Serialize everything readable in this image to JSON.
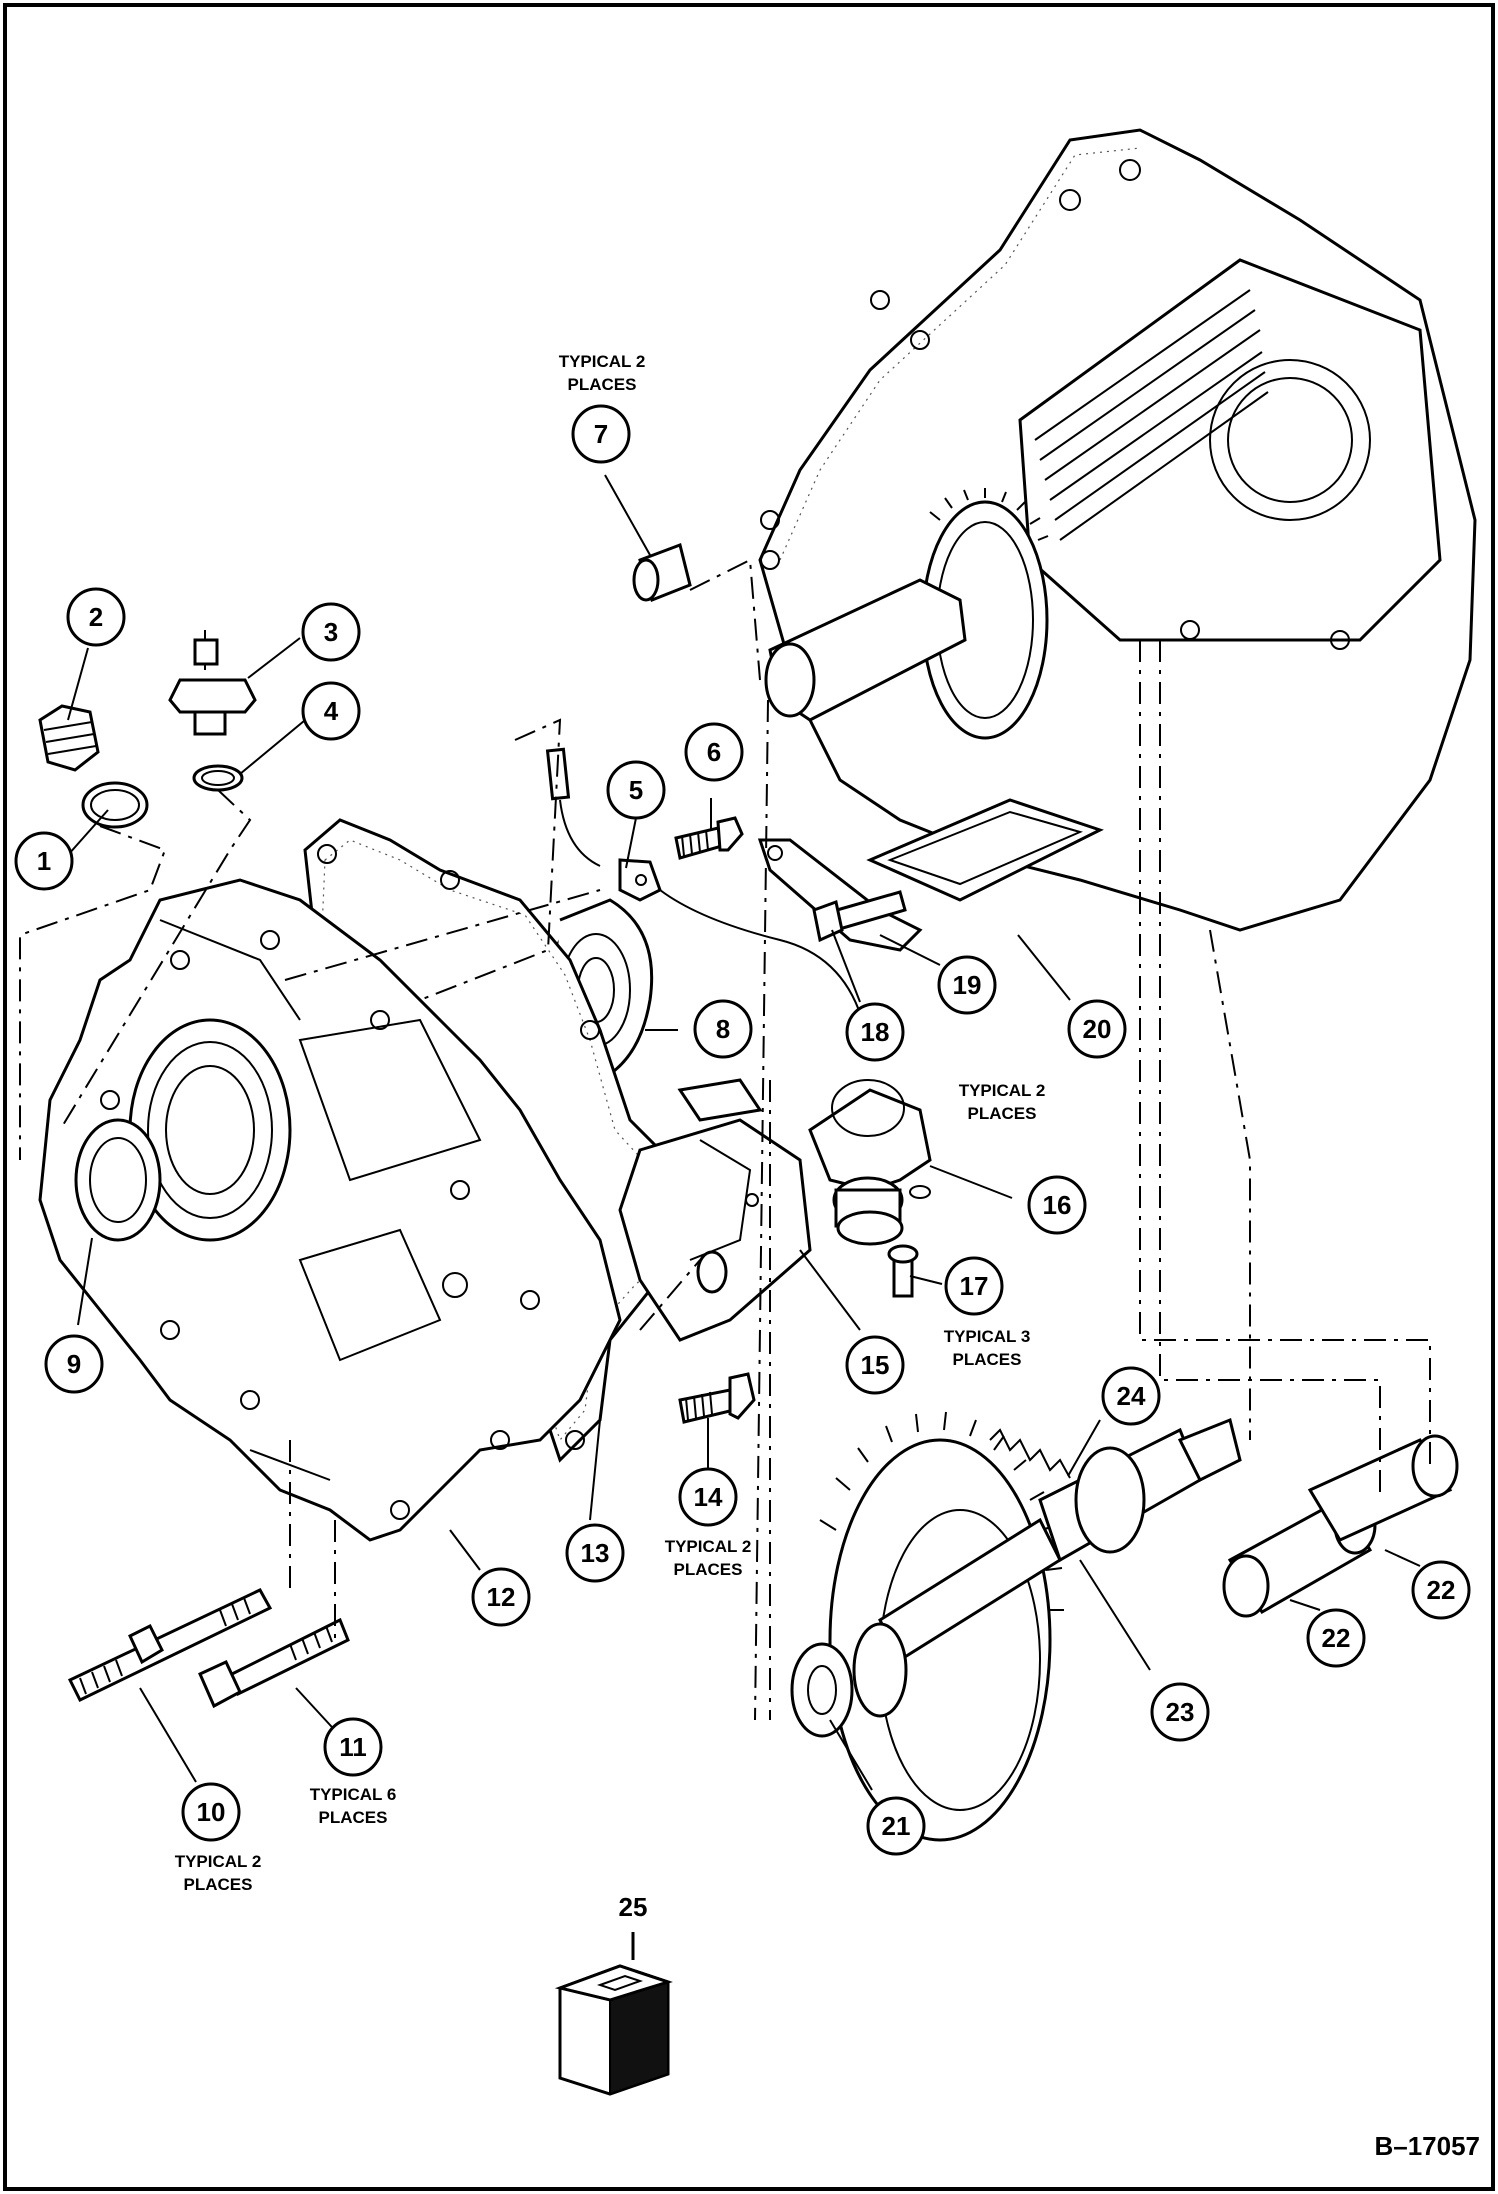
{
  "callouts": {
    "c1": "1",
    "c2": "2",
    "c3": "3",
    "c4": "4",
    "c5": "5",
    "c6": "6",
    "c7": "7",
    "c8": "8",
    "c9": "9",
    "c10": "10",
    "c11": "11",
    "c12": "12",
    "c13": "13",
    "c14": "14",
    "c15": "15",
    "c16": "16",
    "c17": "17",
    "c18": "18",
    "c19": "19",
    "c20": "20",
    "c21": "21",
    "c22a": "22",
    "c22b": "22",
    "c23": "23",
    "c24": "24"
  },
  "notes": {
    "typical_2_places_line1": "TYPICAL 2",
    "typical_6_places_line1": "TYPICAL 6",
    "typical_3_places_line1": "TYPICAL 3",
    "places": "PLACES"
  },
  "kit": {
    "label": "25"
  },
  "figure_number": "B–17057"
}
